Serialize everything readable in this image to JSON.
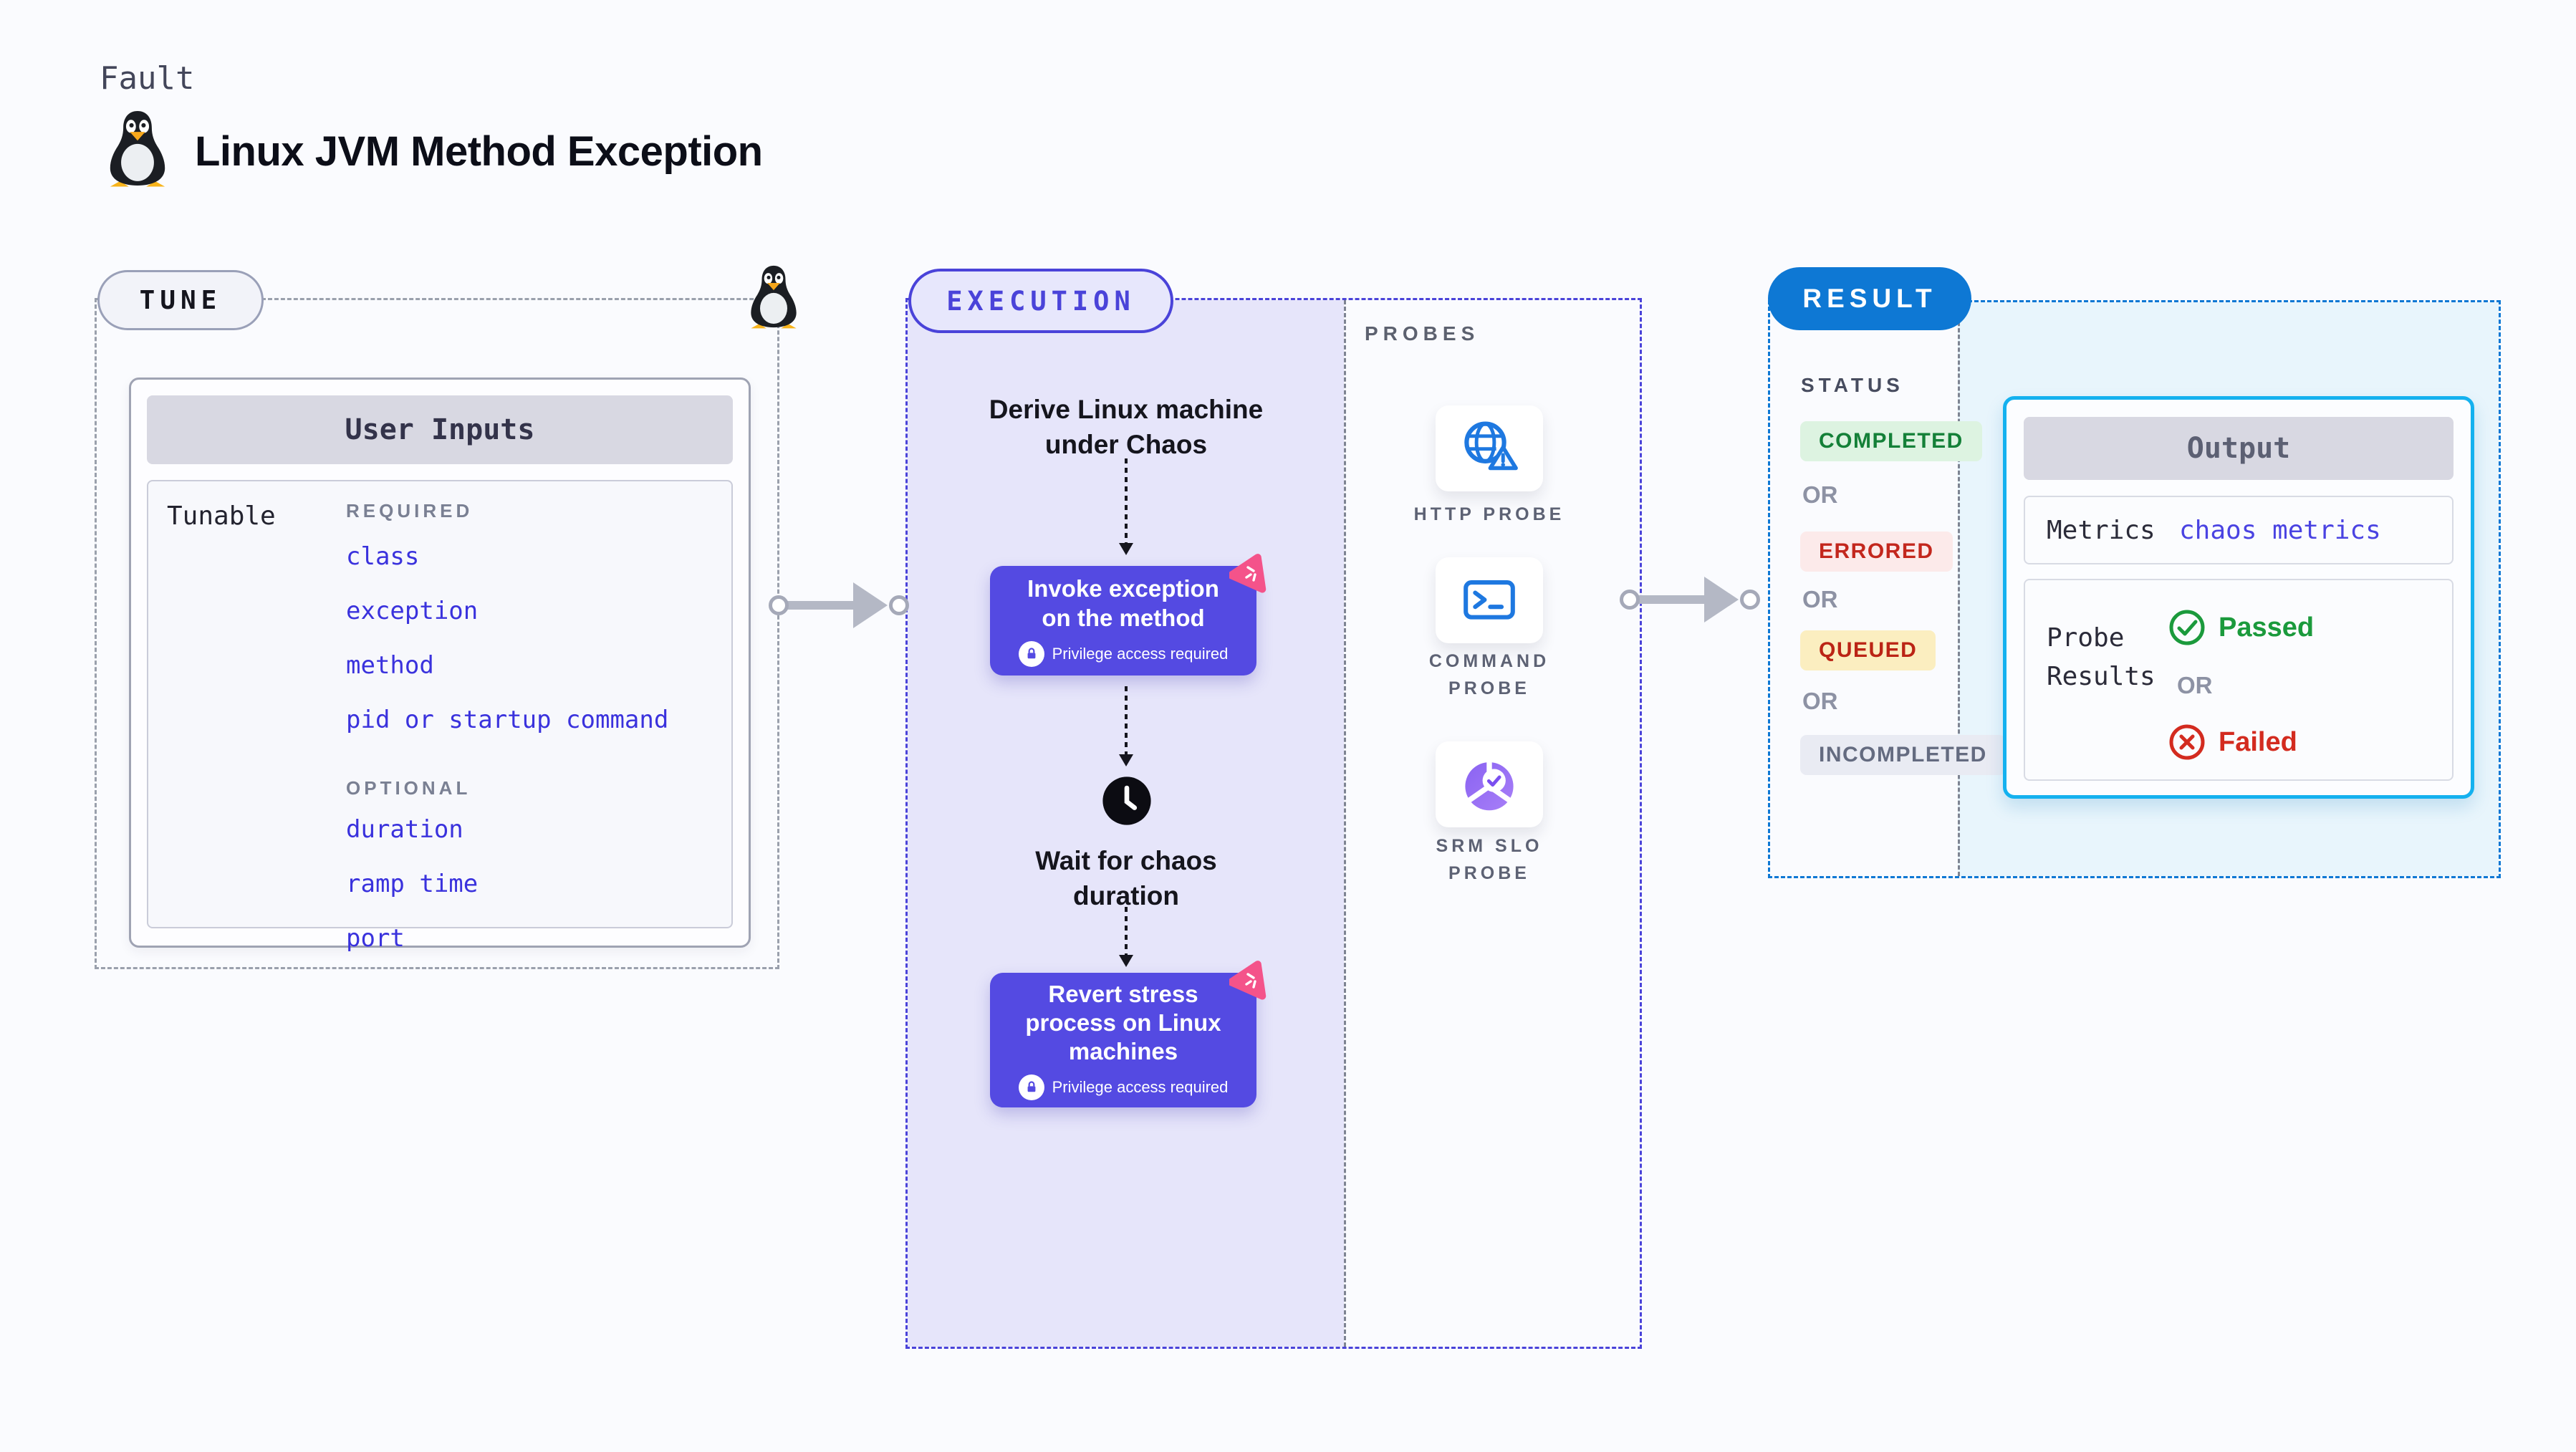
{
  "page": {
    "kicker": "Fault",
    "title": "Linux JVM Method Exception"
  },
  "tune": {
    "label": "TUNE",
    "card_title": "User Inputs",
    "row_label": "Tunable",
    "required_label": "REQUIRED",
    "required_items": [
      "class",
      "exception",
      "method",
      "pid or startup command"
    ],
    "optional_label": "OPTIONAL",
    "optional_items": [
      "duration",
      "ramp time",
      "port"
    ]
  },
  "execution": {
    "label": "EXECUTION",
    "step1": "Derive Linux machine under Chaos",
    "invoke": {
      "title": "Invoke exception on the method",
      "note": "Privilege access required"
    },
    "wait": "Wait for chaos duration",
    "revert": {
      "title": "Revert stress process on Linux machines",
      "note": "Privilege access required"
    }
  },
  "probes": {
    "label": "PROBES",
    "items": [
      {
        "name": "HTTP PROBE",
        "icon": "globe-alert-icon"
      },
      {
        "name": "COMMAND PROBE",
        "icon": "terminal-icon"
      },
      {
        "name": "SRM SLO PROBE",
        "icon": "slo-chart-icon"
      }
    ]
  },
  "result": {
    "label": "RESULT",
    "status_label": "STATUS",
    "or_label": "OR",
    "statuses": [
      "COMPLETED",
      "ERRORED",
      "QUEUED",
      "INCOMPLETED"
    ],
    "output": {
      "title": "Output",
      "metrics_label": "Metrics",
      "metrics_value": "chaos metrics",
      "probe_results_label": "Probe Results",
      "passed_label": "Passed",
      "failed_label": "Failed"
    }
  },
  "colors": {
    "accent_indigo": "#4a43d9",
    "node_purple": "#544ae2",
    "accent_blue": "#0e78d4",
    "output_border_cyan": "#14b1ef",
    "probe_icon_blue": "#1e78e0",
    "chaos_pink": "#f4538a",
    "status_green": "#148038",
    "status_red": "#c3271d",
    "status_queued_red": "#bb2415",
    "status_gray": "#646b80",
    "passed_green": "#1b9a3c",
    "failed_red": "#d32b1f",
    "link_blue": "#3a32dd"
  }
}
